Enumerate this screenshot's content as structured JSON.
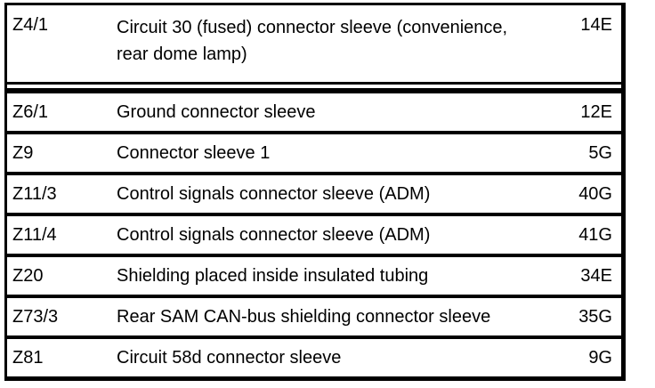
{
  "document": {
    "type": "component-legend-table",
    "colors": {
      "border": "#000000",
      "text": "#000000",
      "background": "#ffffff"
    },
    "columns": [
      "code",
      "description",
      "location"
    ],
    "rows": [
      {
        "code": "Z4/1",
        "description": "Circuit 30 (fused) connector sleeve (convenience, rear dome lamp)",
        "location": "14E"
      },
      {
        "code": "Z6/1",
        "description": "Ground connector sleeve",
        "location": "12E"
      },
      {
        "code": "Z9",
        "description": "Connector sleeve 1",
        "location": "5G"
      },
      {
        "code": "Z11/3",
        "description": "Control signals connector sleeve (ADM)",
        "location": "40G"
      },
      {
        "code": "Z11/4",
        "description": "Control signals connector sleeve (ADM)",
        "location": "41G"
      },
      {
        "code": "Z20",
        "description": "Shielding placed inside insulated tubing",
        "location": "34E"
      },
      {
        "code": "Z73/3",
        "description": "Rear SAM CAN-bus shielding connector sleeve",
        "location": "35G"
      },
      {
        "code": "Z81",
        "description": "Circuit 58d connector sleeve",
        "location": "9G"
      }
    ]
  }
}
